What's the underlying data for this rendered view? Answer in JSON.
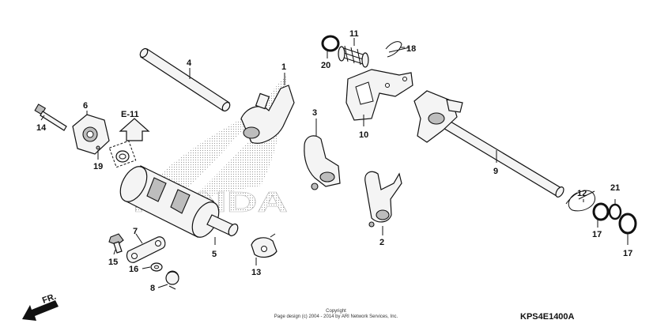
{
  "watermark": {
    "brand": "HONDA"
  },
  "reference": {
    "label": "E-11"
  },
  "direction": {
    "label": "FR."
  },
  "footer": {
    "line1": "Copyright",
    "line2": "Page design (c) 2004 - 2014 by ARI Network Services, Inc."
  },
  "diagram_code": "KPS4E1400A",
  "callouts": [
    {
      "id": "c1",
      "label": "1"
    },
    {
      "id": "c2",
      "label": "2"
    },
    {
      "id": "c3",
      "label": "3"
    },
    {
      "id": "c4",
      "label": "4"
    },
    {
      "id": "c5",
      "label": "5"
    },
    {
      "id": "c6",
      "label": "6"
    },
    {
      "id": "c7",
      "label": "7"
    },
    {
      "id": "c8",
      "label": "8"
    },
    {
      "id": "c9",
      "label": "9"
    },
    {
      "id": "c10",
      "label": "10"
    },
    {
      "id": "c11",
      "label": "11"
    },
    {
      "id": "c12",
      "label": "12"
    },
    {
      "id": "c13",
      "label": "13"
    },
    {
      "id": "c14",
      "label": "14"
    },
    {
      "id": "c15",
      "label": "15"
    },
    {
      "id": "c16",
      "label": "16"
    },
    {
      "id": "c17a",
      "label": "17"
    },
    {
      "id": "c17b",
      "label": "17"
    },
    {
      "id": "c18",
      "label": "18"
    },
    {
      "id": "c19",
      "label": "19"
    },
    {
      "id": "c20",
      "label": "20"
    },
    {
      "id": "c21",
      "label": "21"
    }
  ]
}
